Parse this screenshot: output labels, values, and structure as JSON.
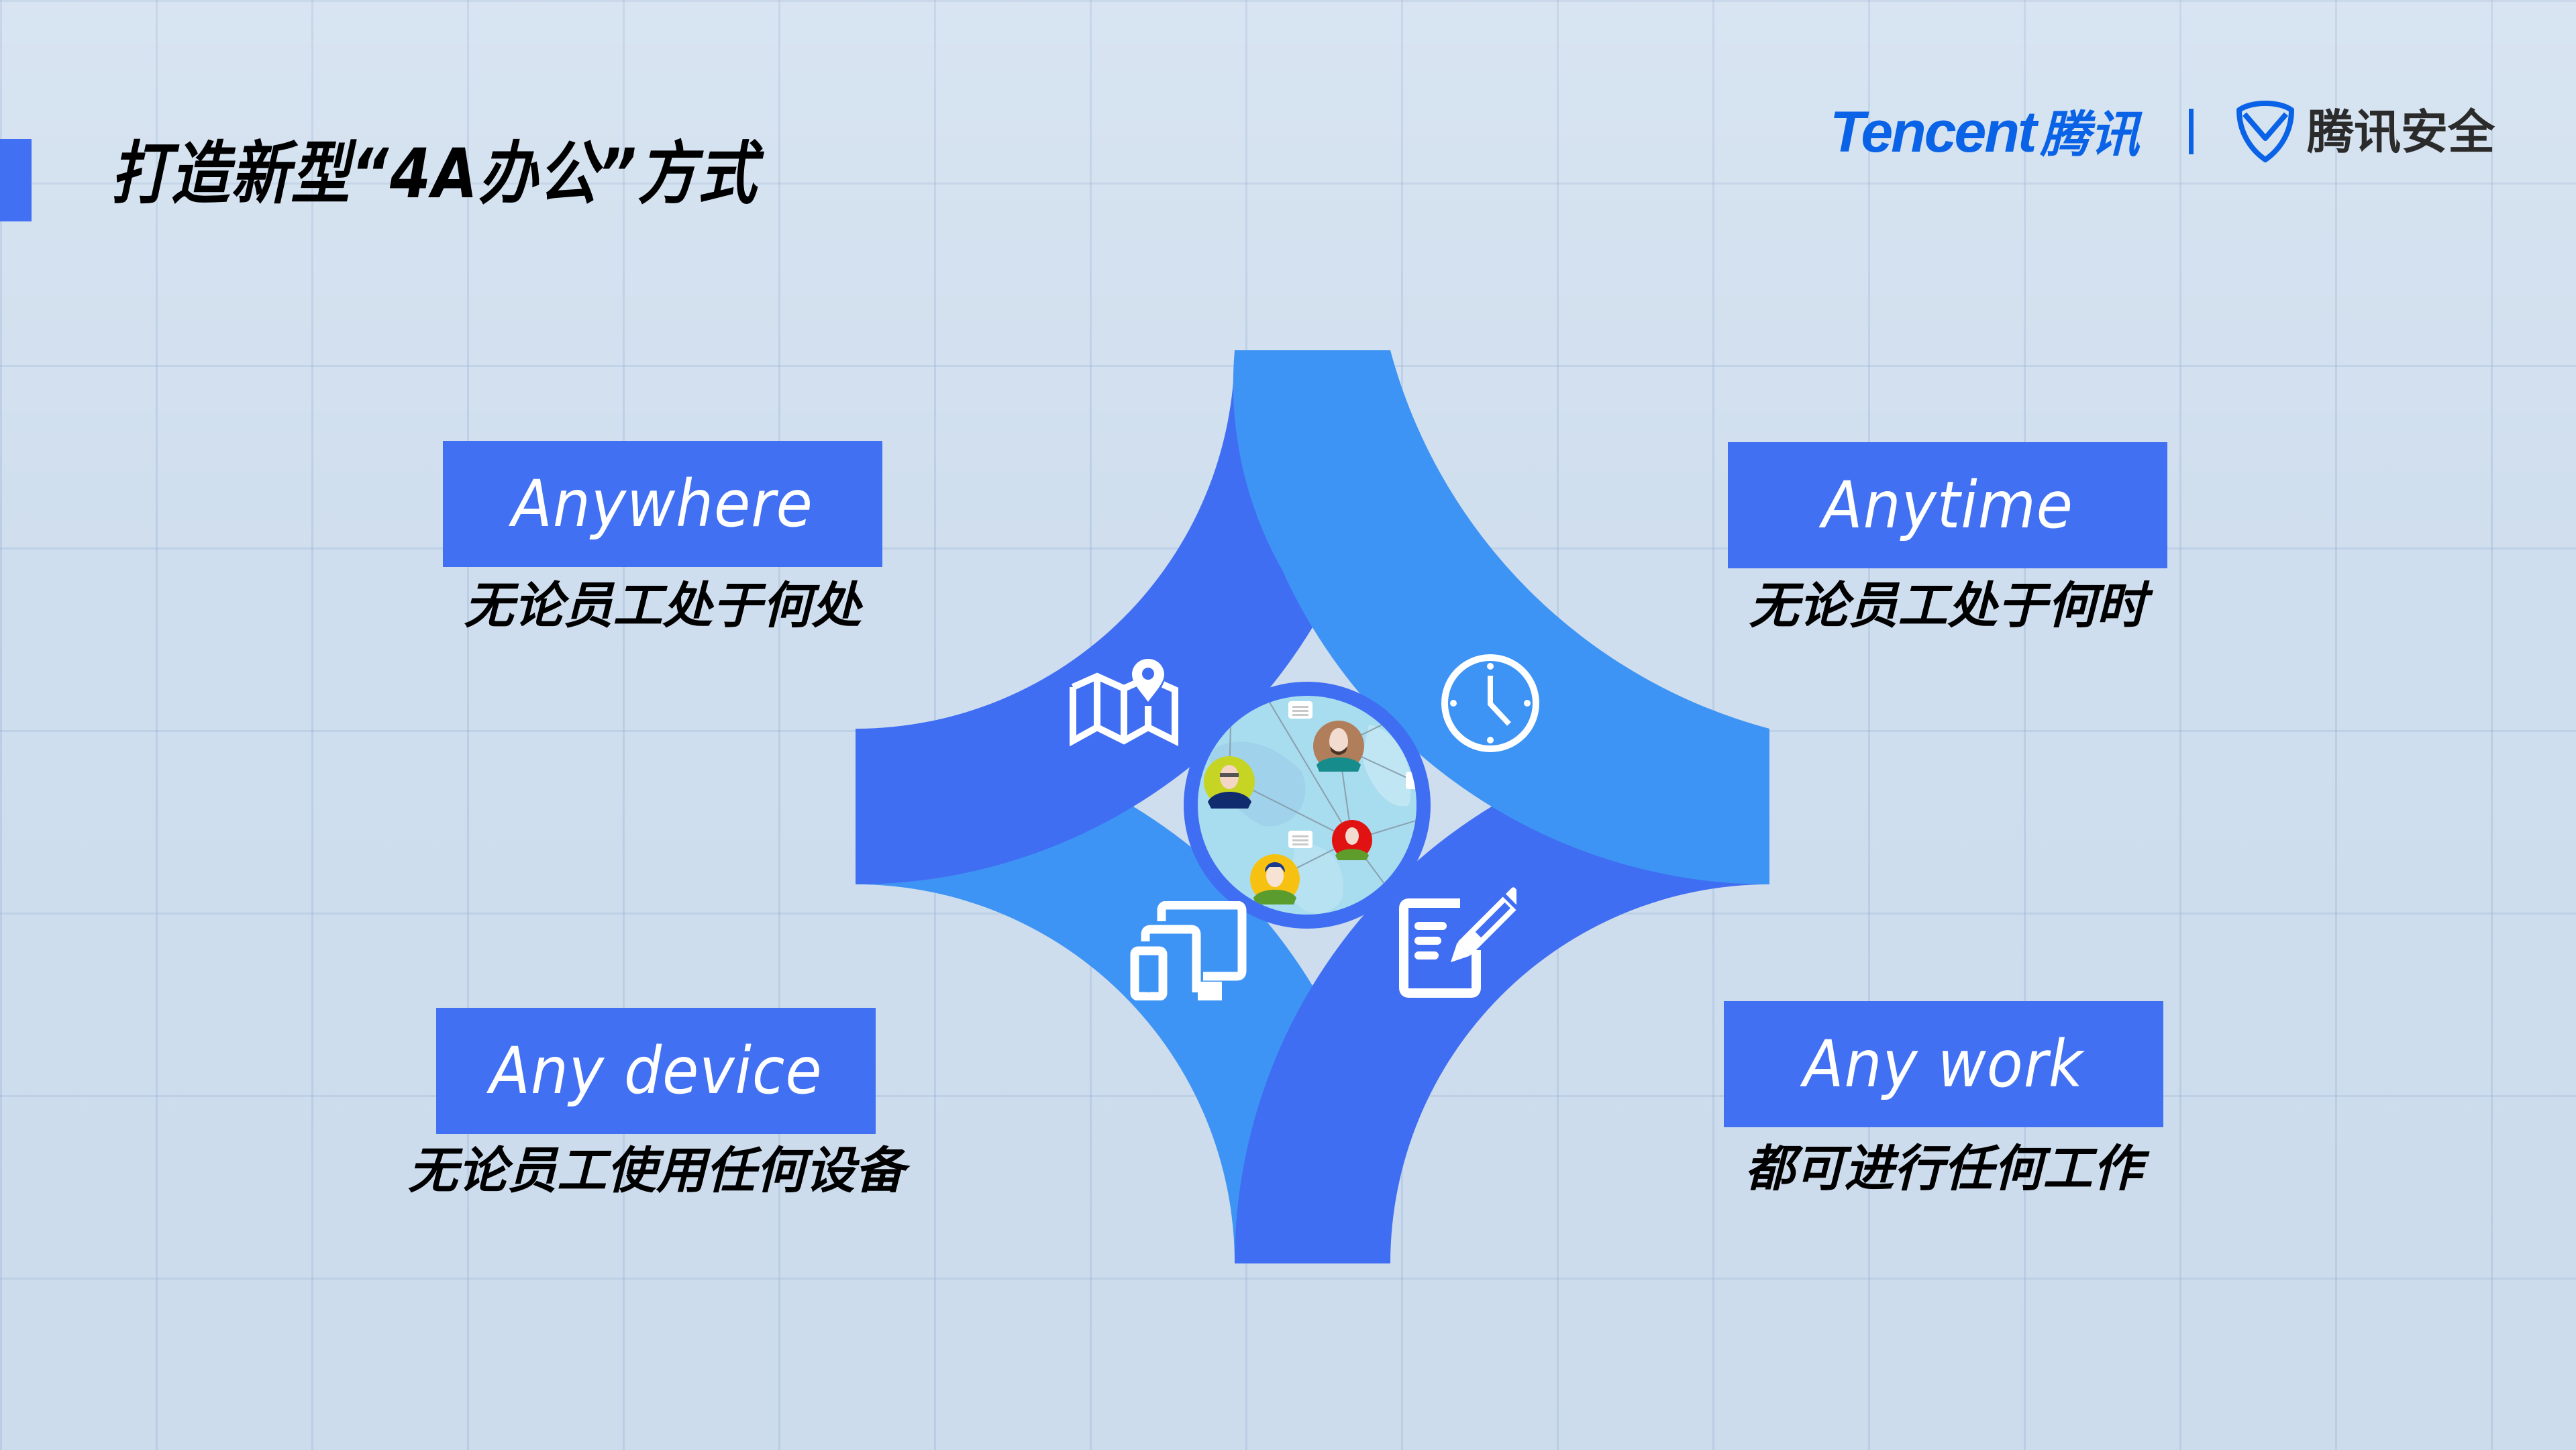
{
  "header": {
    "title": "打造新型“4A办公”方式",
    "accent_color": "#4170f3"
  },
  "logos": {
    "tencent_en": "Tencent",
    "tencent_cn": "腾讯",
    "security_name": "腾讯安全",
    "brand_color": "#0a63e6",
    "divider_color": "#0a63e6"
  },
  "colors": {
    "primary_blue": "#406ef2",
    "light_blue": "#3e94f4",
    "background": "#cfdeee",
    "label_bg": "#4170f3"
  },
  "quadrants": [
    {
      "key": "anywhere",
      "label": "Anywhere",
      "description": "无论员工处于何处",
      "icon": "map-pin-icon"
    },
    {
      "key": "anytime",
      "label": "Anytime",
      "description": "无论员工处于何时",
      "icon": "clock-icon"
    },
    {
      "key": "any_device",
      "label": "Any device",
      "description": "无论员工使用任何设备",
      "icon": "devices-icon"
    },
    {
      "key": "any_work",
      "label": "Any work",
      "description": "都可进行任何工作",
      "icon": "edit-document-icon"
    }
  ],
  "center": {
    "image": "connected-people-world-map",
    "avatars": [
      "yellow-green-avatar",
      "brown-avatar",
      "red-avatar",
      "yellow-avatar"
    ]
  }
}
